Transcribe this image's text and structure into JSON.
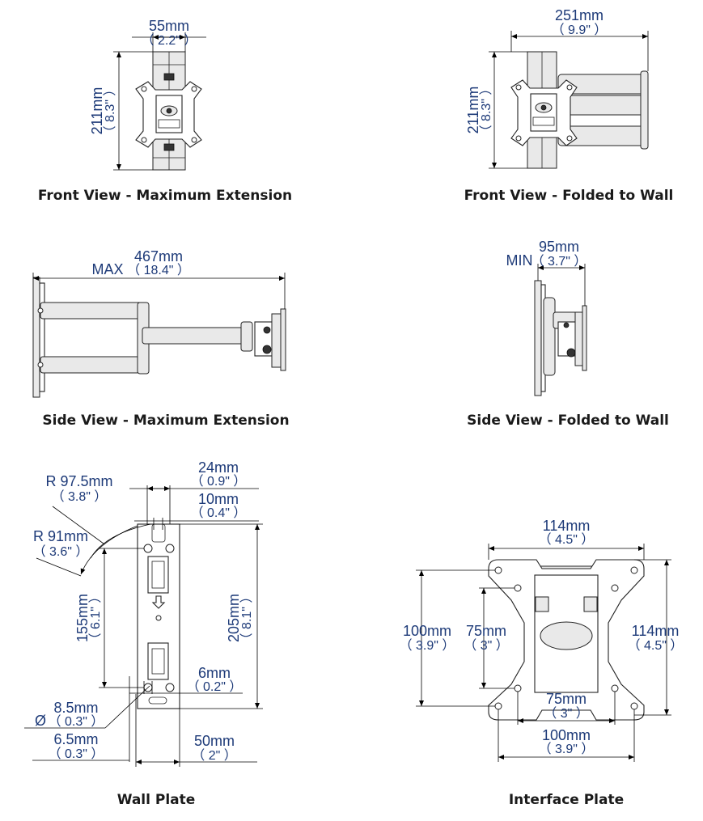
{
  "colors": {
    "dimension_text": "#1d3a78",
    "caption_text": "#1a1a1a",
    "lines": "#000000"
  },
  "views": {
    "front_max": {
      "caption": "Front View - Maximum Extension",
      "width_mm": "55mm",
      "width_in": "（ 2.2\" ）",
      "height_mm": "211mm",
      "height_in": "（ 8.3\" ）"
    },
    "front_folded": {
      "caption": "Front View - Folded to Wall",
      "width_mm": "251mm",
      "width_in": "（ 9.9\" ）",
      "height_mm": "211mm",
      "height_in": "（ 8.3\" ）"
    },
    "side_max": {
      "caption": "Side View - Maximum Extension",
      "prefix": "MAX",
      "length_mm": "467mm",
      "length_in": "（ 18.4\" ）"
    },
    "side_folded": {
      "caption": "Side View - Folded to Wall",
      "prefix": "MIN",
      "length_mm": "95mm",
      "length_in": "（ 3.7\" ）"
    },
    "wall_plate": {
      "caption": "Wall Plate",
      "r1_mm": "R 97.5mm",
      "r1_in": "（ 3.8\" ）",
      "r2_mm": "R 91mm",
      "r2_in": "（ 3.6\" ）",
      "slot_w_mm": "24mm",
      "slot_w_in": "（ 0.9\" ）",
      "slot_n_mm": "10mm",
      "slot_n_in": "（ 0.4\" ）",
      "h1_mm": "155mm",
      "h1_in": "（ 6.1\" ）",
      "h2_mm": "205mm",
      "h2_in": "（ 8.1\" ）",
      "s6_mm": "6mm",
      "s6_in": "（ 0.2\" ）",
      "dia_symbol": "Ø",
      "d85_mm": "8.5mm",
      "d85_in": "（ 0.3\" ）",
      "d65_mm": "6.5mm",
      "d65_in": "（ 0.3\" ）",
      "w50_mm": "50mm",
      "w50_in": "（ 2\" ）"
    },
    "interface_plate": {
      "caption": "Interface Plate",
      "top_mm": "114mm",
      "top_in": "（ 4.5\" ）",
      "left100_mm": "100mm",
      "left100_in": "（ 3.9\" ）",
      "left75_mm": "75mm",
      "left75_in": "（ 3\" ）",
      "right_mm": "114mm",
      "right_in": "（ 4.5\" ）",
      "b75_mm": "75mm",
      "b75_in": "（ 3\" ）",
      "b100_mm": "100mm",
      "b100_in": "（ 3.9\" ）"
    }
  }
}
